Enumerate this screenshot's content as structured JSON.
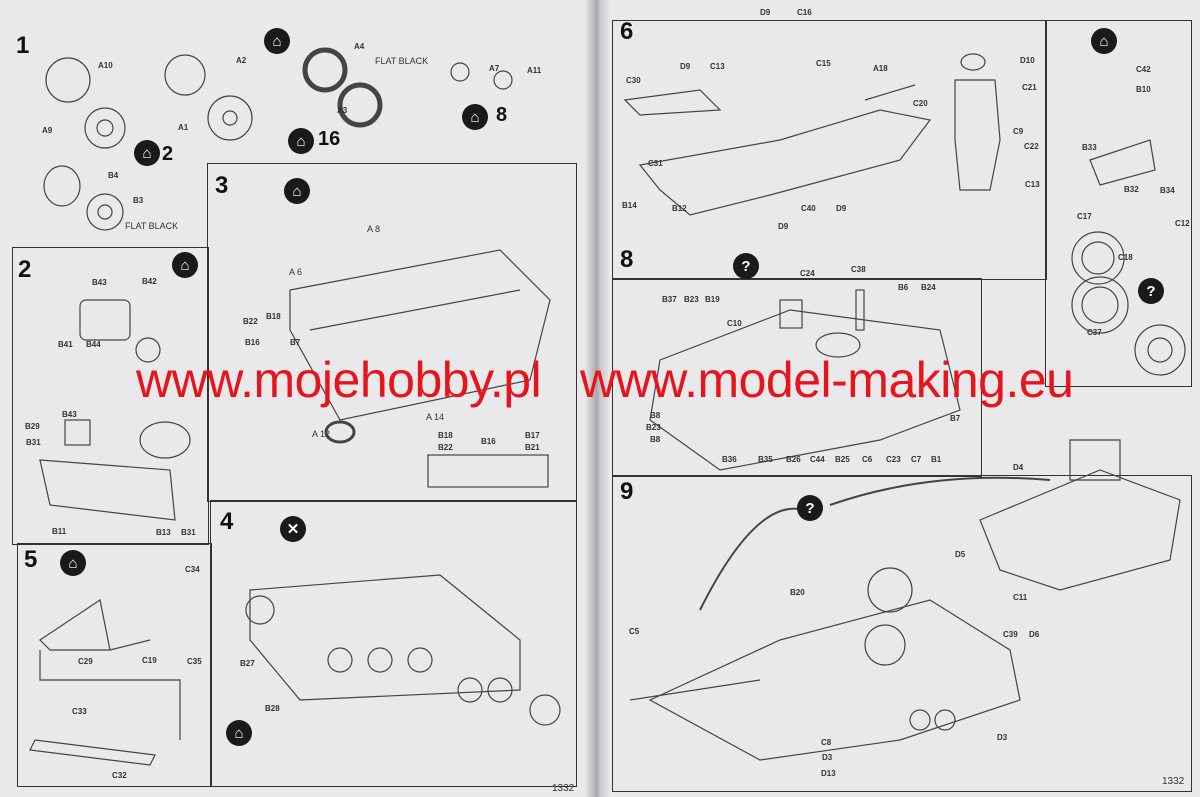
{
  "steps": {
    "s1": {
      "number": "1",
      "labels": [
        "A10",
        "A2",
        "A4",
        "FLAT BLACK",
        "A3",
        "A1",
        "A9",
        "A7",
        "A11",
        "B4",
        "B3",
        "FLAT BLACK"
      ],
      "counts": [
        "2",
        "16",
        "8"
      ]
    },
    "s2": {
      "number": "2",
      "labels": [
        "B43",
        "B42",
        "B41",
        "B44",
        "B43",
        "B29",
        "B31",
        "B11",
        "B13",
        "B31"
      ]
    },
    "s3": {
      "number": "3",
      "labels": [
        "A 8",
        "A 6",
        "B22",
        "B18",
        "B16",
        "B7",
        "A 12",
        "A 14",
        "B18",
        "B22",
        "B16",
        "B17",
        "B21"
      ]
    },
    "s4": {
      "number": "4",
      "labels": [
        "B27",
        "B28"
      ]
    },
    "s5": {
      "number": "5",
      "labels": [
        "C34",
        "C29",
        "C19",
        "C35",
        "C33",
        "C32"
      ]
    },
    "s6": {
      "number": "6",
      "labels": [
        "D9",
        "C13",
        "D9",
        "C16",
        "C15",
        "A18",
        "C30",
        "C31",
        "B14",
        "B12",
        "D9",
        "C40",
        "D9",
        "D10",
        "C21",
        "C20",
        "C9",
        "C22",
        "C13"
      ]
    },
    "s7": {
      "labels": [
        "C42",
        "B10",
        "B33",
        "B32",
        "B34",
        "C17",
        "C12",
        "C18",
        "C37"
      ]
    },
    "s8": {
      "number": "8",
      "labels": [
        "C24",
        "C38",
        "B6",
        "B24",
        "B37",
        "B23",
        "B19",
        "C10",
        "B8",
        "B23",
        "B8",
        "B36",
        "B35",
        "B26",
        "C44",
        "B25",
        "C6",
        "C23",
        "C7",
        "B1",
        "B7"
      ]
    },
    "s9": {
      "number": "9",
      "labels": [
        "D4",
        "D5",
        "C11",
        "B20",
        "C5",
        "C39",
        "D6",
        "C8",
        "D3",
        "D3",
        "D13"
      ]
    }
  },
  "icons": {
    "question": "?"
  },
  "watermarks": {
    "left": "www.mojehobby.pl",
    "right": "www.model-making.eu"
  },
  "page_numbers": {
    "left": "1332",
    "right": "1332"
  },
  "colors": {
    "watermark": "#e8141c",
    "icon": "#1a1a1a"
  }
}
